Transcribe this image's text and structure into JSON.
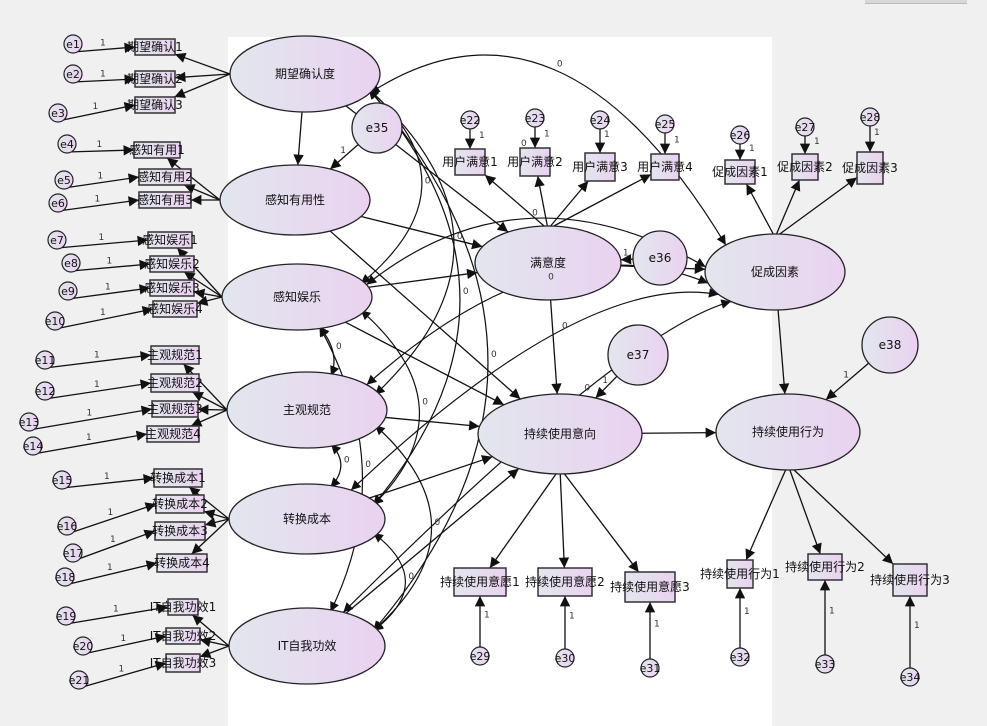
{
  "colors": {
    "node_fill_start": "#e2e6ee",
    "node_fill_end": "#ead2f0",
    "stroke": "#222222",
    "canvas": "#ffffff",
    "background": "#f0f0f0"
  },
  "latents": [
    {
      "id": "qw",
      "label": "期望确认度"
    },
    {
      "id": "yy",
      "label": "感知有用性"
    },
    {
      "id": "yl",
      "label": "感知娱乐"
    },
    {
      "id": "gf",
      "label": "主观规范"
    },
    {
      "id": "zh",
      "label": "转换成本"
    },
    {
      "id": "it",
      "label": "IT自我功效"
    },
    {
      "id": "my",
      "label": "满意度"
    },
    {
      "id": "cc",
      "label": "促成因素"
    },
    {
      "id": "yx",
      "label": "持续使用意向"
    },
    {
      "id": "xw",
      "label": "持续使用行为"
    }
  ],
  "disturbances": [
    {
      "id": "e35",
      "label": "e35",
      "target": "yy",
      "coef": "1"
    },
    {
      "id": "e36",
      "label": "e36",
      "target": "my",
      "coef": "1"
    },
    {
      "id": "e37",
      "label": "e37",
      "target": "yx",
      "coef": "1"
    },
    {
      "id": "e38",
      "label": "e38",
      "target": "xw",
      "coef": "1"
    }
  ],
  "indicators": [
    {
      "label": "期望确认1",
      "latent": "qw",
      "error": "e1"
    },
    {
      "label": "期望确认2",
      "latent": "qw",
      "error": "e2"
    },
    {
      "label": "期望确认3",
      "latent": "qw",
      "error": "e3"
    },
    {
      "label": "感知有用1",
      "latent": "yy",
      "error": "e4"
    },
    {
      "label": "感知有用2",
      "latent": "yy",
      "error": "e5"
    },
    {
      "label": "感知有用3",
      "latent": "yy",
      "error": "e6"
    },
    {
      "label": "感知娱乐1",
      "latent": "yl",
      "error": "e7"
    },
    {
      "label": "感知娱乐2",
      "latent": "yl",
      "error": "e8"
    },
    {
      "label": "感知娱乐3",
      "latent": "yl",
      "error": "e9"
    },
    {
      "label": "感知娱乐4",
      "latent": "yl",
      "error": "e10"
    },
    {
      "label": "主观规范1",
      "latent": "gf",
      "error": "e11"
    },
    {
      "label": "主观规范2",
      "latent": "gf",
      "error": "e12"
    },
    {
      "label": "主观规范3",
      "latent": "gf",
      "error": "e13"
    },
    {
      "label": "主观规范4",
      "latent": "gf",
      "error": "e14"
    },
    {
      "label": "转换成本1",
      "latent": "zh",
      "error": "e15"
    },
    {
      "label": "转换成本2",
      "latent": "zh",
      "error": "e16"
    },
    {
      "label": "转换成本3",
      "latent": "zh",
      "error": "e17"
    },
    {
      "label": "转换成本4",
      "latent": "zh",
      "error": "e18"
    },
    {
      "label": "IT自我功效1",
      "latent": "it",
      "error": "e19"
    },
    {
      "label": "IT自我功效2",
      "latent": "it",
      "error": "e20"
    },
    {
      "label": "IT自我功效3",
      "latent": "it",
      "error": "e21"
    },
    {
      "label": "用户满意1",
      "latent": "my",
      "error": "e22"
    },
    {
      "label": "用户满意2",
      "latent": "my",
      "error": "e23"
    },
    {
      "label": "用户满意3",
      "latent": "my",
      "error": "e24"
    },
    {
      "label": "用户满意4",
      "latent": "my",
      "error": "e25"
    },
    {
      "label": "促成因素1",
      "latent": "cc",
      "error": "e26"
    },
    {
      "label": "促成因素2",
      "latent": "cc",
      "error": "e27"
    },
    {
      "label": "促成因素3",
      "latent": "cc",
      "error": "e28"
    },
    {
      "label": "持续使用意愿1",
      "latent": "yx",
      "error": "e29"
    },
    {
      "label": "持续使用意愿2",
      "latent": "yx",
      "error": "e30"
    },
    {
      "label": "持续使用意愿3",
      "latent": "yx",
      "error": "e31"
    },
    {
      "label": "持续使用行为1",
      "latent": "xw",
      "error": "e32"
    },
    {
      "label": "持续使用行为2",
      "latent": "xw",
      "error": "e33"
    },
    {
      "label": "持续使用行为3",
      "latent": "xw",
      "error": "e34"
    }
  ],
  "error_coef": "1",
  "extra_loading_label": {
    "indicator": 22,
    "value": "0"
  },
  "paths": [
    [
      "qw",
      "yy"
    ],
    [
      "qw",
      "my"
    ],
    [
      "yy",
      "my"
    ],
    [
      "yy",
      "yx"
    ],
    [
      "yl",
      "my"
    ],
    [
      "yl",
      "yx"
    ],
    [
      "gf",
      "yx"
    ],
    [
      "zh",
      "yx"
    ],
    [
      "it",
      "yx"
    ],
    [
      "my",
      "yx"
    ],
    [
      "my",
      "cc"
    ],
    [
      "cc",
      "xw"
    ],
    [
      "yx",
      "xw"
    ]
  ],
  "covariances": [
    {
      "a": "qw",
      "b": "cc",
      "value": "0"
    },
    {
      "a": "qw",
      "b": "yl",
      "value": "0"
    },
    {
      "a": "qw",
      "b": "gf",
      "value": "0"
    },
    {
      "a": "qw",
      "b": "zh",
      "value": "0"
    },
    {
      "a": "qw",
      "b": "it",
      "value": "0"
    },
    {
      "a": "yl",
      "b": "gf",
      "value": "0"
    },
    {
      "a": "yl",
      "b": "zh",
      "value": "0"
    },
    {
      "a": "yl",
      "b": "it",
      "value": "0"
    },
    {
      "a": "yl",
      "b": "cc",
      "value": "0"
    },
    {
      "a": "gf",
      "b": "zh",
      "value": "0"
    },
    {
      "a": "gf",
      "b": "it",
      "value": "0"
    },
    {
      "a": "gf",
      "b": "cc",
      "value": "0"
    },
    {
      "a": "zh",
      "b": "it",
      "value": "0"
    },
    {
      "a": "zh",
      "b": "cc",
      "value": "0"
    },
    {
      "a": "it",
      "b": "cc",
      "value": "0"
    }
  ]
}
